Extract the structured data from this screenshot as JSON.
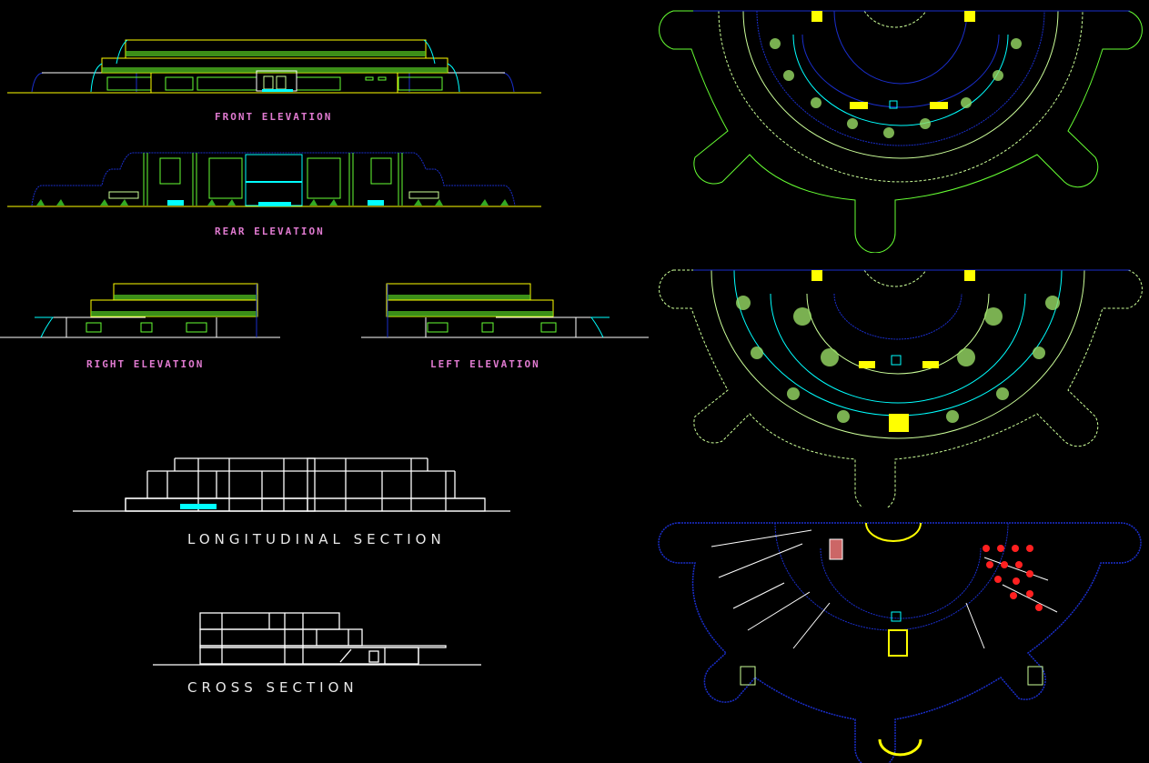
{
  "sheet": {
    "background": "#000000",
    "colors": {
      "label_pink": "#e07ad0",
      "label_white": "#e8e8e8",
      "line_yellow": "#ffff00",
      "line_green": "#66ff33",
      "line_lightgreen": "#ccff99",
      "line_cyan": "#00ffff",
      "line_blue": "#1a2ecc",
      "line_white": "#ffffff",
      "furniture_red": "#ff2020"
    }
  },
  "elevations": {
    "front": {
      "label": "FRONT ELEVATION"
    },
    "rear": {
      "label": "REAR ELEVATION"
    },
    "right": {
      "label": "RIGHT ELEVATION"
    },
    "left": {
      "label": "LEFT ELEVATION"
    }
  },
  "sections": {
    "longitudinal": {
      "label": "LONGITUDINAL SECTION"
    },
    "cross": {
      "label": "CROSS SECTION"
    }
  },
  "plans": {
    "upper_floor": {
      "name": "upper-floor-plan"
    },
    "typical_floor": {
      "name": "typical-floor-plan"
    },
    "ground_floor": {
      "name": "ground-floor-plan"
    }
  }
}
